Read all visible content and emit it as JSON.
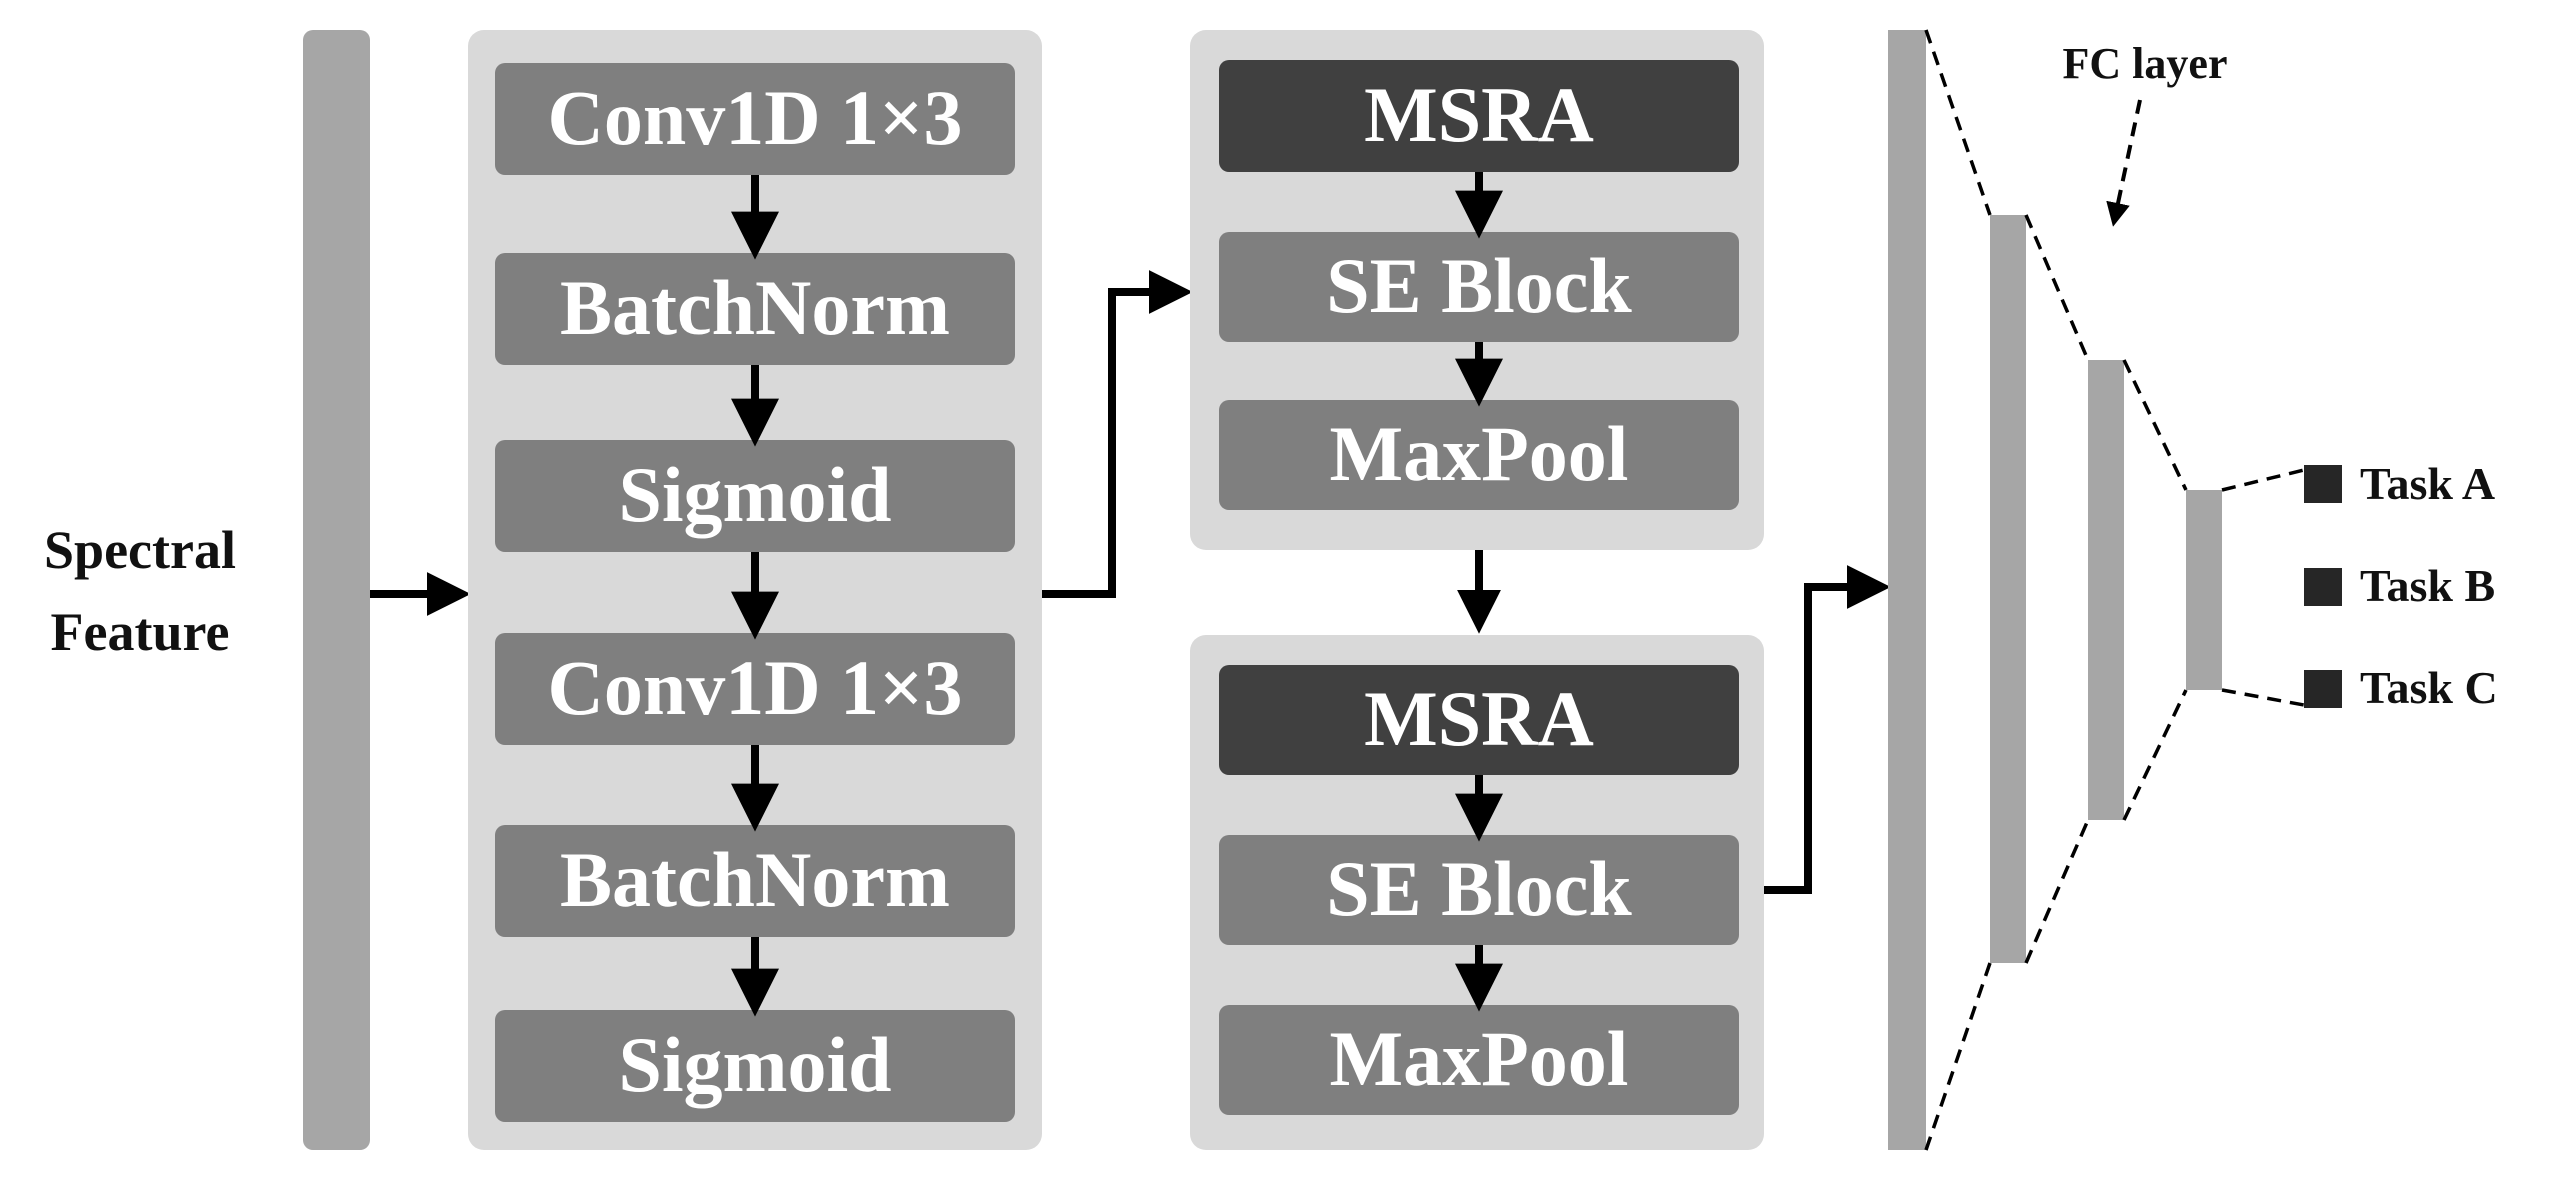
{
  "input": {
    "label_line1": "Spectral",
    "label_line2": "Feature"
  },
  "conv_block": {
    "layers": [
      "Conv1D 1×3",
      "BatchNorm",
      "Sigmoid",
      "Conv1D 1×3",
      "BatchNorm",
      "Sigmoid"
    ]
  },
  "attention_block_1": {
    "layers": [
      "MSRA",
      "SE Block",
      "MaxPool"
    ]
  },
  "attention_block_2": {
    "layers": [
      "MSRA",
      "SE Block",
      "MaxPool"
    ]
  },
  "fc": {
    "label": "FC layer"
  },
  "outputs": {
    "tasks": [
      "Task A",
      "Task B",
      "Task C"
    ]
  },
  "colors": {
    "container": "#d9d9d9",
    "layer": "#7f7f7f",
    "msra": "#404040",
    "bar": "#a6a6a6",
    "task_marker": "#262626",
    "arrow": "#000000"
  }
}
